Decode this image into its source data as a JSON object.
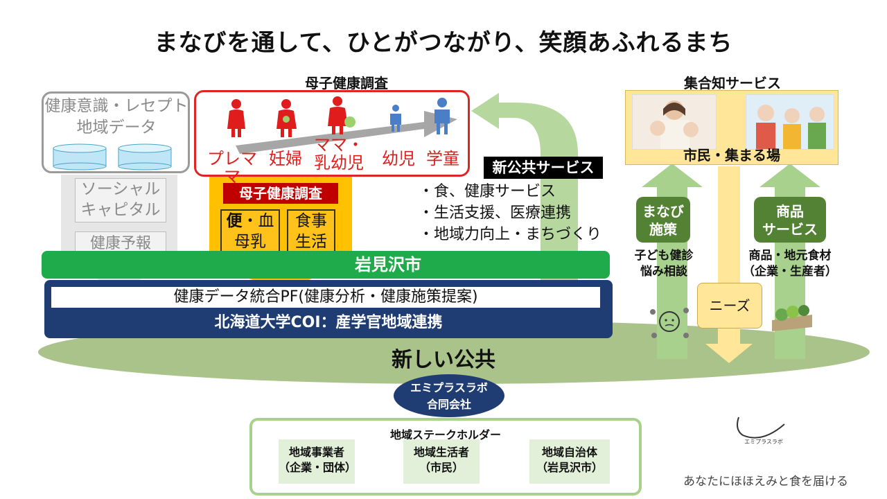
{
  "title": "まなびを通して、ひとがつながり、笑顔あふれるまち",
  "left_box": {
    "line1": "健康意識・レセプト",
    "line2": "地域データ"
  },
  "social": {
    "line1": "ソーシャル",
    "line2": "キャピタル"
  },
  "yoho": "健康予報",
  "boshi": {
    "top_title": "母子健康調査",
    "stages": [
      {
        "label": "プレママ"
      },
      {
        "label": "妊婦"
      },
      {
        "label1": "ママ・",
        "label2": "乳幼児"
      },
      {
        "label": "幼児"
      },
      {
        "label": "学童"
      }
    ],
    "band": "母子健康調査",
    "box1": {
      "line1a": "便",
      "line1b": "・血",
      "line2": "母乳"
    },
    "box2": {
      "line1": "食事",
      "line2": "生活"
    }
  },
  "new_public_service": {
    "label": "新公共サービス",
    "bullets": [
      "・食、健康サービス",
      "・生活支援、医療連携",
      "・地域力向上・まちづくり"
    ]
  },
  "city_band": "岩見沢市",
  "pf": {
    "white": "健康データ統合PF(健康分析・健康施策提案)",
    "blue": "北海道大学COI：産学官地域連携"
  },
  "new_public": "新しい公共",
  "emi": {
    "line1": "エミプラスラボ",
    "line2": "合同会社"
  },
  "stakeholders": {
    "title": "地域ステークホルダー",
    "items": [
      {
        "line1": "地域事業者",
        "line2": "（企業・団体）"
      },
      {
        "line1": "地域生活者",
        "line2": "（市民）"
      },
      {
        "line1": "地域自治体",
        "line2": "（岩見沢市）"
      }
    ]
  },
  "shugou": {
    "title": "集合知サービス",
    "caption": "市民・集まる場"
  },
  "manabi": {
    "btn1": "まなび",
    "btn2": "施策",
    "sub1": "子ども健診",
    "sub2": "悩み相談"
  },
  "shohin": {
    "btn1": "商品",
    "btn2": "サービス",
    "sub1": "商品・地元食材",
    "sub2": "（企業・生産者）"
  },
  "needs": "ニーズ",
  "logo": {
    "small": "エミプラスラボ",
    "tagline": "あなたにほほえみと食を届ける"
  },
  "colors": {
    "red": "#e02424",
    "navy": "#1f3d73",
    "green": "#1faa4b",
    "orange": "#ffc000",
    "light_green": "#a9d18e",
    "dark_green": "#548235",
    "yellow": "#ffe699"
  }
}
